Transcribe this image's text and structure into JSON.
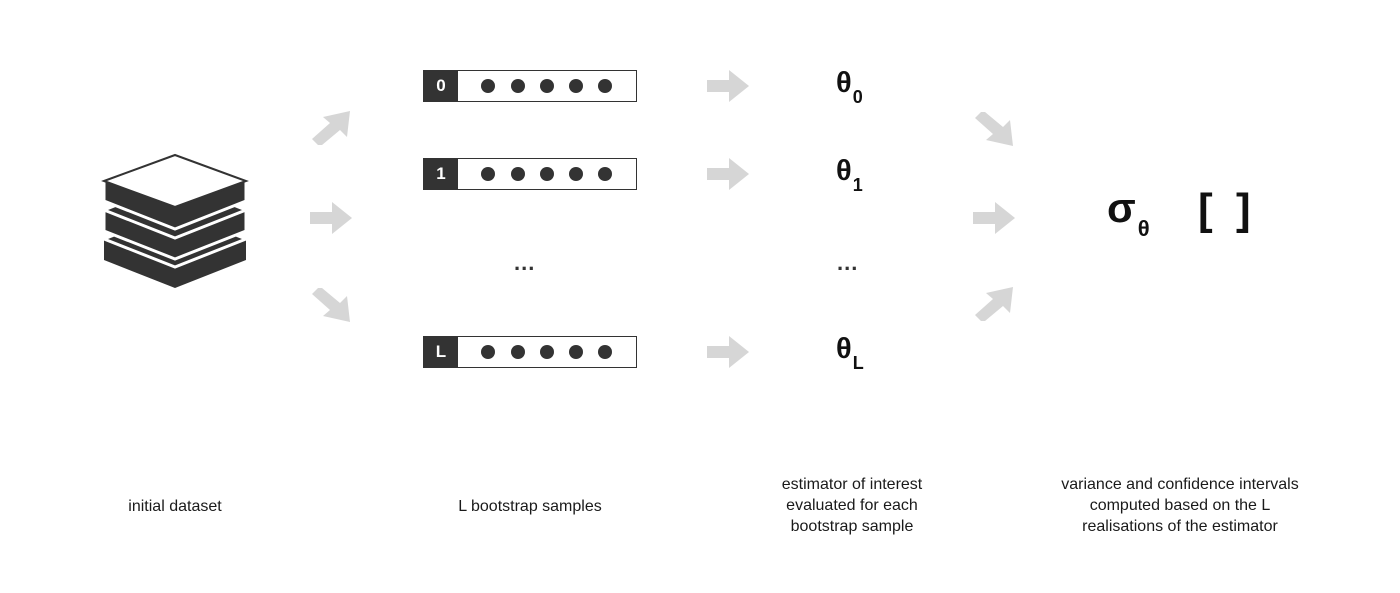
{
  "dataset": {
    "caption": "initial dataset",
    "icon": "stacked-layers-icon"
  },
  "samples": {
    "caption": "L bootstrap samples",
    "items": [
      {
        "index": "0"
      },
      {
        "index": "1"
      },
      {
        "index": "L"
      }
    ],
    "ellipsis": "..."
  },
  "estimators": {
    "caption_lines": [
      "estimator of interest",
      "evaluated for each",
      "bootstrap sample"
    ],
    "items": [
      {
        "symbol": "θ",
        "sub": "0"
      },
      {
        "symbol": "θ",
        "sub": "1"
      },
      {
        "symbol": "θ",
        "sub": "L"
      }
    ],
    "ellipsis": "..."
  },
  "result": {
    "symbol": "σ",
    "sub": "θ",
    "bracket_open": "[",
    "bracket_close": "]",
    "caption_lines": [
      "variance and confidence intervals",
      "computed based on the L",
      "realisations of the estimator"
    ]
  },
  "colors": {
    "arrow": "#d6d6d6",
    "dark": "#333333"
  }
}
